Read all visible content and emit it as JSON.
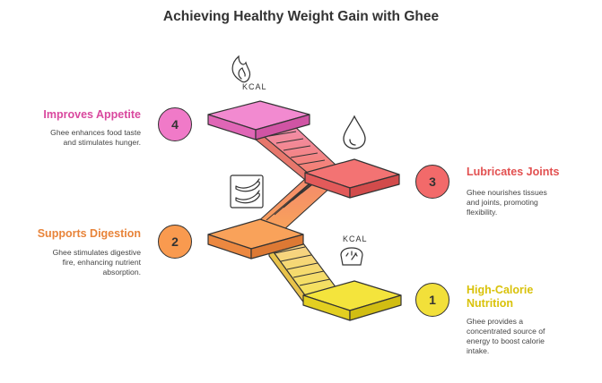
{
  "title": "Achieving Healthy Weight Gain with Ghee",
  "steps": [
    {
      "number": "1",
      "title_line1": "High-Calorie",
      "title_line2": "Nutrition",
      "desc_lines": [
        "Ghee provides a",
        "concentrated source of",
        "energy to boost calorie",
        "intake."
      ],
      "color": "#f2e03a",
      "title_color": "#d9c20a",
      "icon": "scale-kcal-icon",
      "icon_label": "KCAL"
    },
    {
      "number": "2",
      "title_line1": "Supports Digestion",
      "desc_lines": [
        "Ghee stimulates digestive",
        "fire, enhancing nutrient",
        "absorption."
      ],
      "color": "#f99a4f",
      "title_color": "#e8843a",
      "icon": "chili-peppers-icon"
    },
    {
      "number": "3",
      "title_line1": "Lubricates Joints",
      "desc_lines": [
        "Ghee nourishes tissues",
        "and joints, promoting",
        "flexibility."
      ],
      "color": "#f26a6a",
      "title_color": "#e25050",
      "icon": "drop-icon"
    },
    {
      "number": "4",
      "title_line1": "Improves Appetite",
      "desc_lines": [
        "Ghee enhances food taste",
        "and stimulates hunger."
      ],
      "color": "#f07ac8",
      "title_color": "#d9489e",
      "icon": "flame-kcal-icon",
      "icon_label": "KCAL"
    }
  ]
}
